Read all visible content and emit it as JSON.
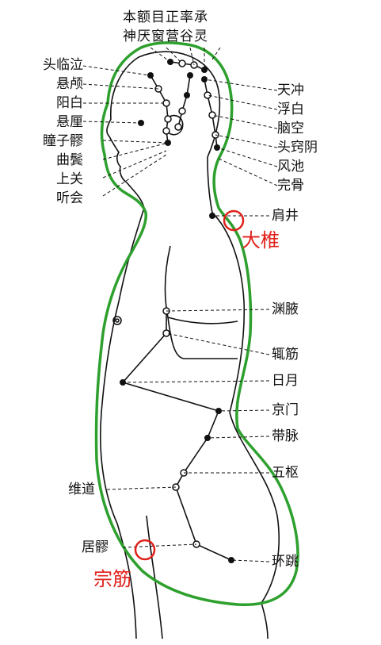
{
  "top_labels": [
    "本额目正率承",
    "神厌窗营谷灵"
  ],
  "left_labels": [
    "头临泣",
    "悬颅",
    "阳白",
    "悬厘",
    "瞳子髎",
    "曲鬓",
    "上关",
    "听会"
  ],
  "right_head_labels": [
    "天冲",
    "浮白",
    "脑空",
    "头窍阴",
    "风池",
    "完骨"
  ],
  "body_right_labels": [
    "肩井",
    "渊腋",
    "辄筋",
    "日月",
    "京门",
    "带脉",
    "五枢",
    "环跳"
  ],
  "body_left_labels": [
    "维道",
    "居髎"
  ],
  "highlight_labels": [
    "大椎",
    "宗筋"
  ],
  "colors": {
    "outline": "#2ea02e",
    "marker": "#e0201a",
    "ink": "#111111"
  }
}
